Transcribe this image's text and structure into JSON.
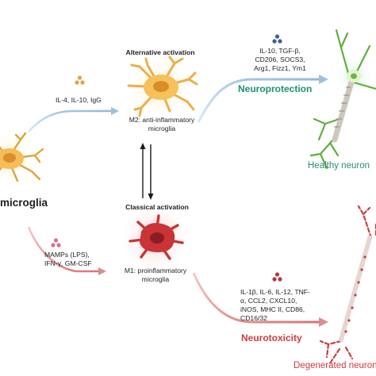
{
  "colors": {
    "blue_arrow": "#9dc1df",
    "red_arrow": "#dd8b8b",
    "green_text": "#2b8a78",
    "teal_heading": "#1f8f72",
    "red_heading": "#d23b3b",
    "m2_cell": "#f6c15a",
    "m1_cell": "#c93436"
  },
  "icons": {
    "resting_microglia": "resting-microglia-cell",
    "m2_cell": "anti-inflammatory-microglia-cell",
    "m1_cell": "proinflammatory-microglia-cell",
    "healthy_neuron": "healthy-neuron",
    "degenerated_neuron": "degenerated-neuron"
  },
  "resting": {
    "label": "microglia"
  },
  "m2": {
    "title": "Alternative activation",
    "stimuli": "IL-4, IL-10, IgG",
    "label_line1": "M2: anti-inflammatory",
    "label_line2": "microglia",
    "markers": [
      "IL-10, TGF-β,",
      "CD206, SOCS3,",
      "Arg1, Fizz1, Ym1"
    ],
    "outcome": "Neuroprotection",
    "neuron_label": "Healthy neuron"
  },
  "m1": {
    "title": "Classical activation",
    "stimuli": [
      "MAMPs (LPS),",
      "IFN-γ, GM-CSF"
    ],
    "label_line1": "M1: proinflammatory",
    "label_line2": "microglia",
    "markers": [
      "IL-1β, IL-6, IL-12, TNF-",
      "α, CCL2, CXCL10,",
      "iNOS, MHC II, CD86,",
      "CD16/32"
    ],
    "outcome": "Neurotoxicity",
    "neuron_label": "Degenerated neuron"
  }
}
